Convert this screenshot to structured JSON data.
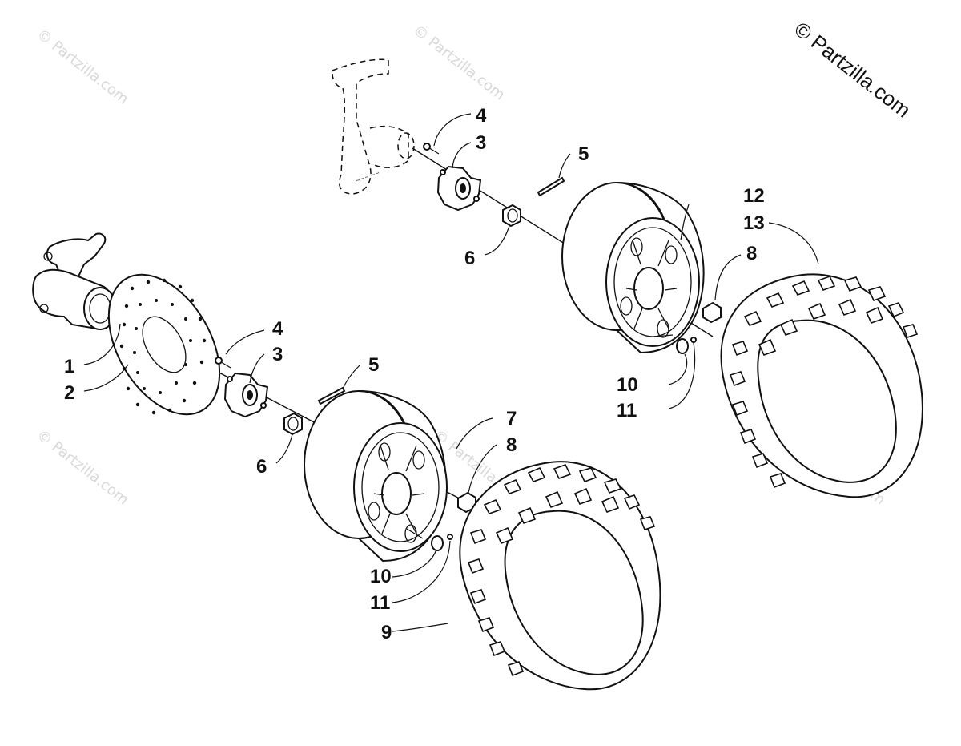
{
  "watermark": {
    "main": "© Partzilla.com",
    "faint": "© Partzilla.com"
  },
  "callouts": {
    "upper": [
      "4",
      "3",
      "5",
      "12",
      "13",
      "8",
      "6",
      "10",
      "11"
    ],
    "lower": [
      "4",
      "3",
      "5",
      "1",
      "2",
      "6",
      "7",
      "8",
      "10",
      "11",
      "9"
    ]
  },
  "colors": {
    "ink": "#111111",
    "watermark": "#d8d8d8",
    "background": "#ffffff"
  }
}
